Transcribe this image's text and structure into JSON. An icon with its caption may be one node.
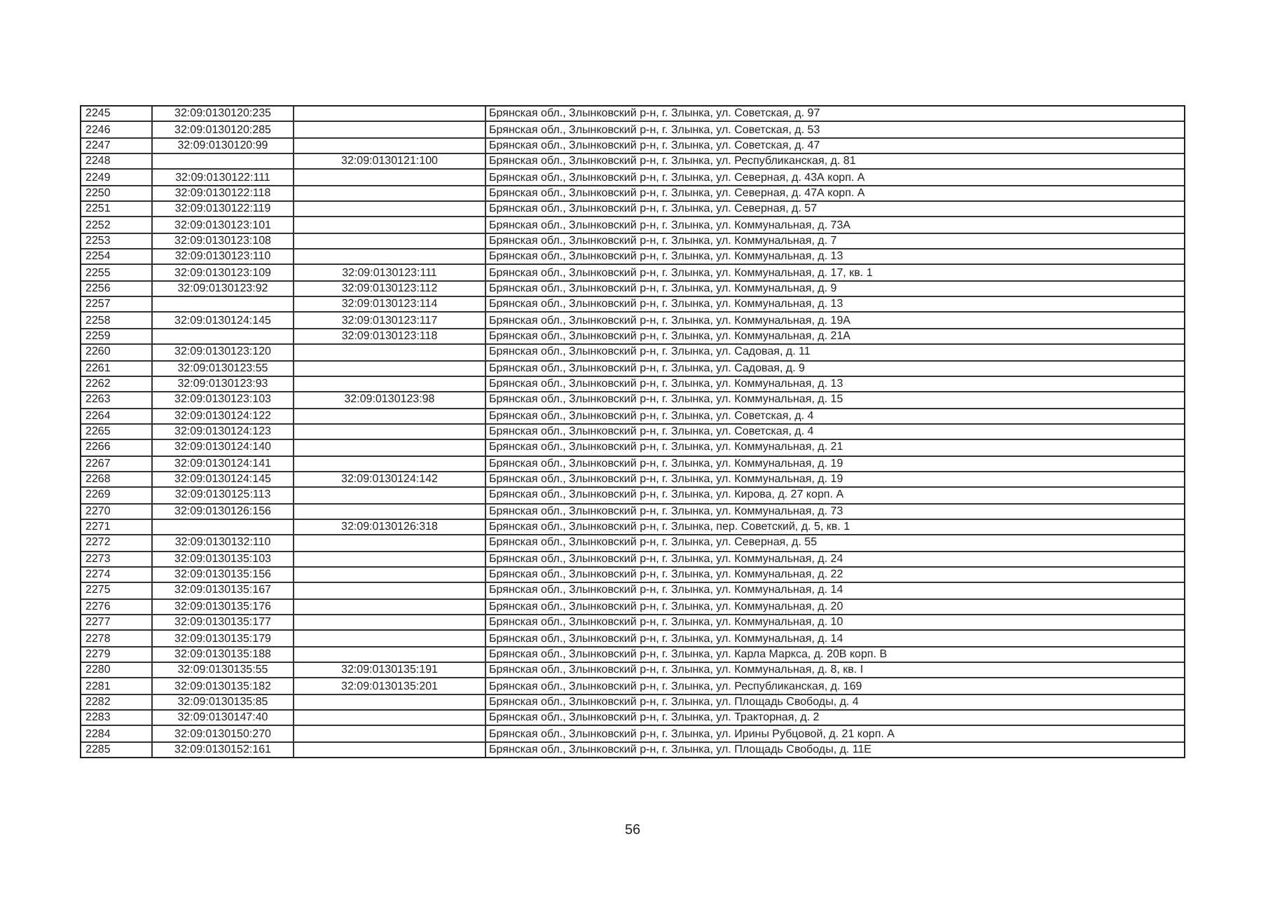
{
  "diagram": {
    "nodes": [
      {
        "text": [
          "2245"
        ]
      },
      {
        "text": [
          "32:09:0130120:235"
        ]
      },
      {
        "text": [],
        "shape": "box"
      },
      {
        "text": [
          "Брянская обл., Злынковский р-н, г. Злынка, ул. Советская, д. 97"
        ]
      },
      {
        "text": [
          "2246"
        ]
      },
      {
        "text": [
          "32:09:0130120:285"
        ]
      },
      {
        "text": [],
        "shape": "box"
      },
      {
        "text": [
          "Брянская обл., Злынковский р-н, г. Злынка, ул. Советская, д. 53"
        ]
      },
      {
        "text": [
          "2247"
        ]
      },
      {
        "text": [
          "32:09:0130120:99"
        ]
      },
      {
        "text": [],
        "shape": "box"
      },
      {
        "text": [
          "Брянская обл., Злынковский р-н, г. Злынка, ул. Советская, д. 47"
        ]
      },
      {
        "text": [
          "2248"
        ]
      },
      {
        "text": [],
        "shape": "box"
      },
      {
        "text": [
          "32:09:0130121:100"
        ]
      },
      {
        "text": [
          "Брянская обл., Злынковский р-н, г. Злынка, ул. Республиканская, д. 81"
        ]
      },
      {
        "text": [
          "2249"
        ]
      },
      {
        "text": [
          "32:09:0130122:111"
        ]
      },
      {
        "text": [],
        "shape": "box"
      },
      {
        "text": [
          "Брянская обл., Злынковский р-н, г. Злынка, ул. Северная, д. 43А корп. А"
        ]
      },
      {
        "text": [
          "2250"
        ]
      },
      {
        "text": [
          "32:09:0130122:118"
        ]
      },
      {
        "text": [],
        "shape": "box"
      },
      {
        "text": [
          "Брянская обл., Злынковский р-н, г. Злынка, ул. Северная, д. 47А корп. А"
        ]
      },
      {
        "text": [
          "2251"
        ]
      },
      {
        "text": [
          "32:09:0130122:119"
        ]
      },
      {
        "text": [],
        "shape": "box"
      },
      {
        "text": [
          "Брянская обл., Злынковский р-н, г. Злынка, ул. Северная, д. 57"
        ]
      },
      {
        "text": [
          "2252"
        ]
      },
      {
        "text": [
          "32:09:0130123:101"
        ]
      },
      {
        "text": [],
        "shape": "box"
      },
      {
        "text": [
          "Брянская обл., Злынковский р-н, г. Злынка, ул. Коммунальная, д. 73А"
        ]
      },
      {
        "text": [
          "2253"
        ]
      },
      {
        "text": [
          "32:09:0130123:108"
        ]
      },
      {
        "text": [],
        "shape": "box"
      },
      {
        "text": [
          "Брянская обл., Злынковский р-н, г. Злынка, ул. Коммунальная, д. 7"
        ]
      },
      {
        "text": [
          "2254"
        ]
      },
      {
        "text": [
          "32:09:0130123:110"
        ]
      },
      {
        "text": [],
        "shape": "box"
      },
      {
        "text": [
          "Брянская обл., Злынковский р-н, г. Злынка, ул. Коммунальная, д. 13"
        ]
      },
      {
        "text": [
          "2255"
        ]
      },
      {
        "text": [
          "32:09:0130123:109"
        ]
      },
      {
        "text": [
          "32:09:0130123:111"
        ]
      },
      {
        "text": [
          "Брянская обл., Злынковский р-н, г. Злынка, ул. Коммунальная, д. 17, кв. 1"
        ]
      },
      {
        "text": [
          "2256"
        ]
      },
      {
        "text": [
          "32:09:0130123:92"
        ]
      },
      {
        "text": [
          "32:09:0130123:112"
        ]
      },
      {
        "text": [
          "Брянская обл., Злынковский р-н, г. Злынка, ул. Коммунальная, д. 9"
        ]
      },
      {
        "text": [
          "2257"
        ]
      },
      {
        "text": [],
        "shape": "box"
      },
      {
        "text": [
          "32:09:0130123:114"
        ]
      },
      {
        "text": [
          "Брянская обл., Злынковский р-н, г. Злынка, ул. Коммунальная, д. 13"
        ]
      },
      {
        "text": [
          "2258"
        ]
      },
      {
        "text": [
          "32:09:0130124:145"
        ]
      },
      {
        "text": [
          "32:09:0130123:117"
        ]
      },
      {
        "text": [
          "Брянская обл., Злынковский р-н, г. Злынка, ул. Коммунальная, д. 19А"
        ]
      },
      {
        "text": [
          "2259"
        ]
      },
      {
        "text": [],
        "shape": "box"
      },
      {
        "text": [
          "32:09:0130123:118"
        ]
      },
      {
        "text": [
          "Брянская обл., Злынковский р-н, г. Злынка, ул. Коммунальная, д. 21А"
        ]
      },
      {
        "text": [
          "2260"
        ]
      },
      {
        "text": [
          "32:09:0130123:120"
        ]
      },
      {
        "text": [],
        "shape": "box"
      },
      {
        "text": [
          "Брянская обл., Злынковский р-н, г. Злынка, ул. Садовая, д. 11"
        ]
      },
      {
        "text": [
          "2261"
        ]
      },
      {
        "text": [
          "32:09:0130123:55"
        ]
      },
      {
        "text": [],
        "shape": "box"
      },
      {
        "text": [
          "Брянская обл., Злынковский р-н, г. Злынка, ул. Садовая, д. 9"
        ]
      },
      {
        "text": [
          "2262"
        ]
      },
      {
        "text": [
          "32:09:0130123:93"
        ]
      },
      {
        "text": [],
        "shape": "box"
      },
      {
        "text": [
          "Брянская обл., Злынковский р-н, г. Злынка, ул. Коммунальная, д. 13"
        ]
      },
      {
        "text": [
          "2263"
        ]
      },
      {
        "text": [
          "32:09:0130123:103"
        ]
      },
      {
        "text": [
          "32:09:0130123:98"
        ]
      },
      {
        "text": [
          "Брянская обл., Злынковский р-н, г. Злынка, ул. Коммунальная, д. 15"
        ]
      },
      {
        "text": [
          "2264"
        ]
      },
      {
        "text": [
          "32:09:0130124:122"
        ]
      },
      {
        "text": [],
        "shape": "box"
      },
      {
        "text": [
          "Брянская обл., Злынковский р-н, г. Злынка, ул. Советская, д. 4"
        ]
      },
      {
        "text": [
          "2265"
        ]
      },
      {
        "text": [
          "32:09:0130124:123"
        ]
      },
      {
        "text": [],
        "shape": "box"
      },
      {
        "text": [
          "Брянская обл., Злынковский р-н, г. Злынка, ул. Советская, д. 4"
        ]
      },
      {
        "text": [
          "2266"
        ]
      },
      {
        "text": [
          "32:09:0130124:140"
        ]
      },
      {
        "text": [],
        "shape": "box"
      },
      {
        "text": [
          "Брянская обл., Злынковский р-н, г. Злынка, ул. Коммунальная, д. 21"
        ]
      },
      {
        "text": [
          "2267"
        ]
      },
      {
        "text": [
          "32:09:0130124:141"
        ]
      },
      {
        "text": [],
        "shape": "box"
      },
      {
        "text": [
          "Брянская обл., Злынковский р-н, г. Злынка, ул. Коммунальная, д. 19"
        ]
      },
      {
        "text": [
          "2268"
        ]
      },
      {
        "text": [
          "32:09:0130124:145"
        ]
      },
      {
        "text": [
          "32:09:0130124:142"
        ]
      },
      {
        "text": [
          "Брянская обл., Злынковский р-н, г. Злынка, ул. Коммунальная, д. 19"
        ]
      },
      {
        "text": [
          "2269"
        ]
      },
      {
        "text": [
          "32:09:0130125:113"
        ]
      },
      {
        "text": [],
        "shape": "box"
      },
      {
        "text": [
          "Брянская обл., Злынковский р-н, г. Злынка, ул. Кирова, д. 27 корп. А"
        ]
      },
      {
        "text": [
          "2270"
        ]
      },
      {
        "text": [
          "32:09:0130126:156"
        ]
      },
      {
        "text": [],
        "shape": "box"
      },
      {
        "text": [
          "Брянская обл., Злынковский р-н, г. Злынка, ул. Коммунальная, д. 73"
        ]
      },
      {
        "text": [
          "2271"
        ]
      },
      {
        "text": [],
        "shape": "box"
      },
      {
        "text": [
          "32:09:0130126:318"
        ]
      },
      {
        "text": [
          "Брянская обл., Злынковский р-н, г. Злынка, пер. Советский, д. 5, кв. 1"
        ]
      },
      {
        "text": [
          "2272"
        ]
      },
      {
        "text": [
          "32:09:0130132:110"
        ]
      },
      {
        "text": [],
        "shape": "box"
      },
      {
        "text": [
          "Брянская обл., Злынковский р-н, г. Злынка, ул. Северная, д. 55"
        ]
      },
      {
        "text": [
          "2273"
        ]
      },
      {
        "text": [
          "32:09:0130135:103"
        ]
      },
      {
        "text": [],
        "shape": "box"
      },
      {
        "text": [
          "Брянская обл., Злынковский р-н, г. Злынка, ул. Коммунальная, д. 24"
        ]
      },
      {
        "text": [
          "2274"
        ]
      },
      {
        "text": [
          "32:09:0130135:156"
        ]
      },
      {
        "text": [],
        "shape": "box"
      },
      {
        "text": [
          "Брянская обл., Злынковский р-н, г. Злынка, ул. Коммунальная, д. 22"
        ]
      },
      {
        "text": [
          "2275"
        ]
      },
      {
        "text": [
          "32:09:0130135:167"
        ]
      },
      {
        "text": [],
        "shape": "box"
      },
      {
        "text": [
          "Брянская обл., Злынковский р-н, г. Злынка, ул. Коммунальная, д. 14"
        ]
      },
      {
        "text": [
          "2276"
        ]
      },
      {
        "text": [
          "32:09:0130135:176"
        ]
      },
      {
        "text": [],
        "shape": "box"
      },
      {
        "text": [
          "Брянская обл., Злынковский р-н, г. Злынка, ул. Коммунальная, д. 20"
        ]
      },
      {
        "text": [
          "2277"
        ]
      },
      {
        "text": [
          "32:09:0130135:177"
        ]
      },
      {
        "text": [],
        "shape": "box"
      },
      {
        "text": [
          "Брянская обл., Злынковский р-н, г. Злынка, ул. Коммунальная, д. 10"
        ]
      },
      {
        "text": [
          "2278"
        ]
      },
      {
        "text": [
          "32:09:0130135:179"
        ]
      },
      {
        "text": [],
        "shape": "box"
      },
      {
        "text": [
          "Брянская обл., Злынковский р-н, г. Злынка, ул. Коммунальная, д. 14"
        ]
      },
      {
        "text": [
          "2279"
        ]
      },
      {
        "text": [
          "32:09:0130135:188"
        ]
      },
      {
        "text": [],
        "shape": "box"
      },
      {
        "text": [
          "Брянская обл., Злынковский р-н, г. Злынка, ул. Карла Маркса, д. 20В корп. В"
        ]
      },
      {
        "text": [
          "2280"
        ]
      },
      {
        "text": [
          "32:09:0130135:55"
        ]
      },
      {
        "text": [
          "32:09:0130135:191"
        ]
      },
      {
        "text": [
          "Брянская обл., Злынковский р-н, г. Злынка, ул. Коммунальная, д. 8, кв. I"
        ]
      },
      {
        "text": [
          "2281"
        ]
      },
      {
        "text": [
          "32:09:0130135:182"
        ]
      },
      {
        "text": [
          "32:09:0130135:201"
        ]
      },
      {
        "text": [
          "Брянская обл., Злынковский р-н, г. Злынка, ул. Республиканская, д. 169"
        ]
      },
      {
        "text": [
          "2282"
        ]
      },
      {
        "text": [
          "32:09:0130135:85"
        ]
      },
      {
        "text": [],
        "shape": "box"
      },
      {
        "text": [
          "Брянская обл., Злынковский р-н, г. Злынка, ул. Площадь Свободы, д. 4"
        ]
      },
      {
        "text": [
          "2283"
        ]
      },
      {
        "text": [
          "32:09:0130147:40"
        ]
      },
      {
        "text": [],
        "shape": "box"
      },
      {
        "text": [
          "Брянская обл., Злынковский р-н, г. Злынка, ул. Тракторная, д. 2"
        ]
      },
      {
        "text": [
          "2284"
        ]
      },
      {
        "text": [
          "32:09:0130150:270"
        ]
      },
      {
        "text": [],
        "shape": "box"
      },
      {
        "text": [
          "Брянская обл., Злынковский р-н, г. Злынка, ул. Ирины Рубцовой, д. 21 корп. А"
        ]
      },
      {
        "text": [
          "2285"
        ]
      },
      {
        "text": [
          "32:09:0130152:161"
        ]
      },
      {
        "text": [],
        "shape": "box"
      },
      {
        "text": [
          "Брянская обл., Злынковский р-н, г. Злынка, ул. Площадь Свободы, д. 11Е"
        ]
      }
    ],
    "labels": [
      "56"
    ]
  }
}
